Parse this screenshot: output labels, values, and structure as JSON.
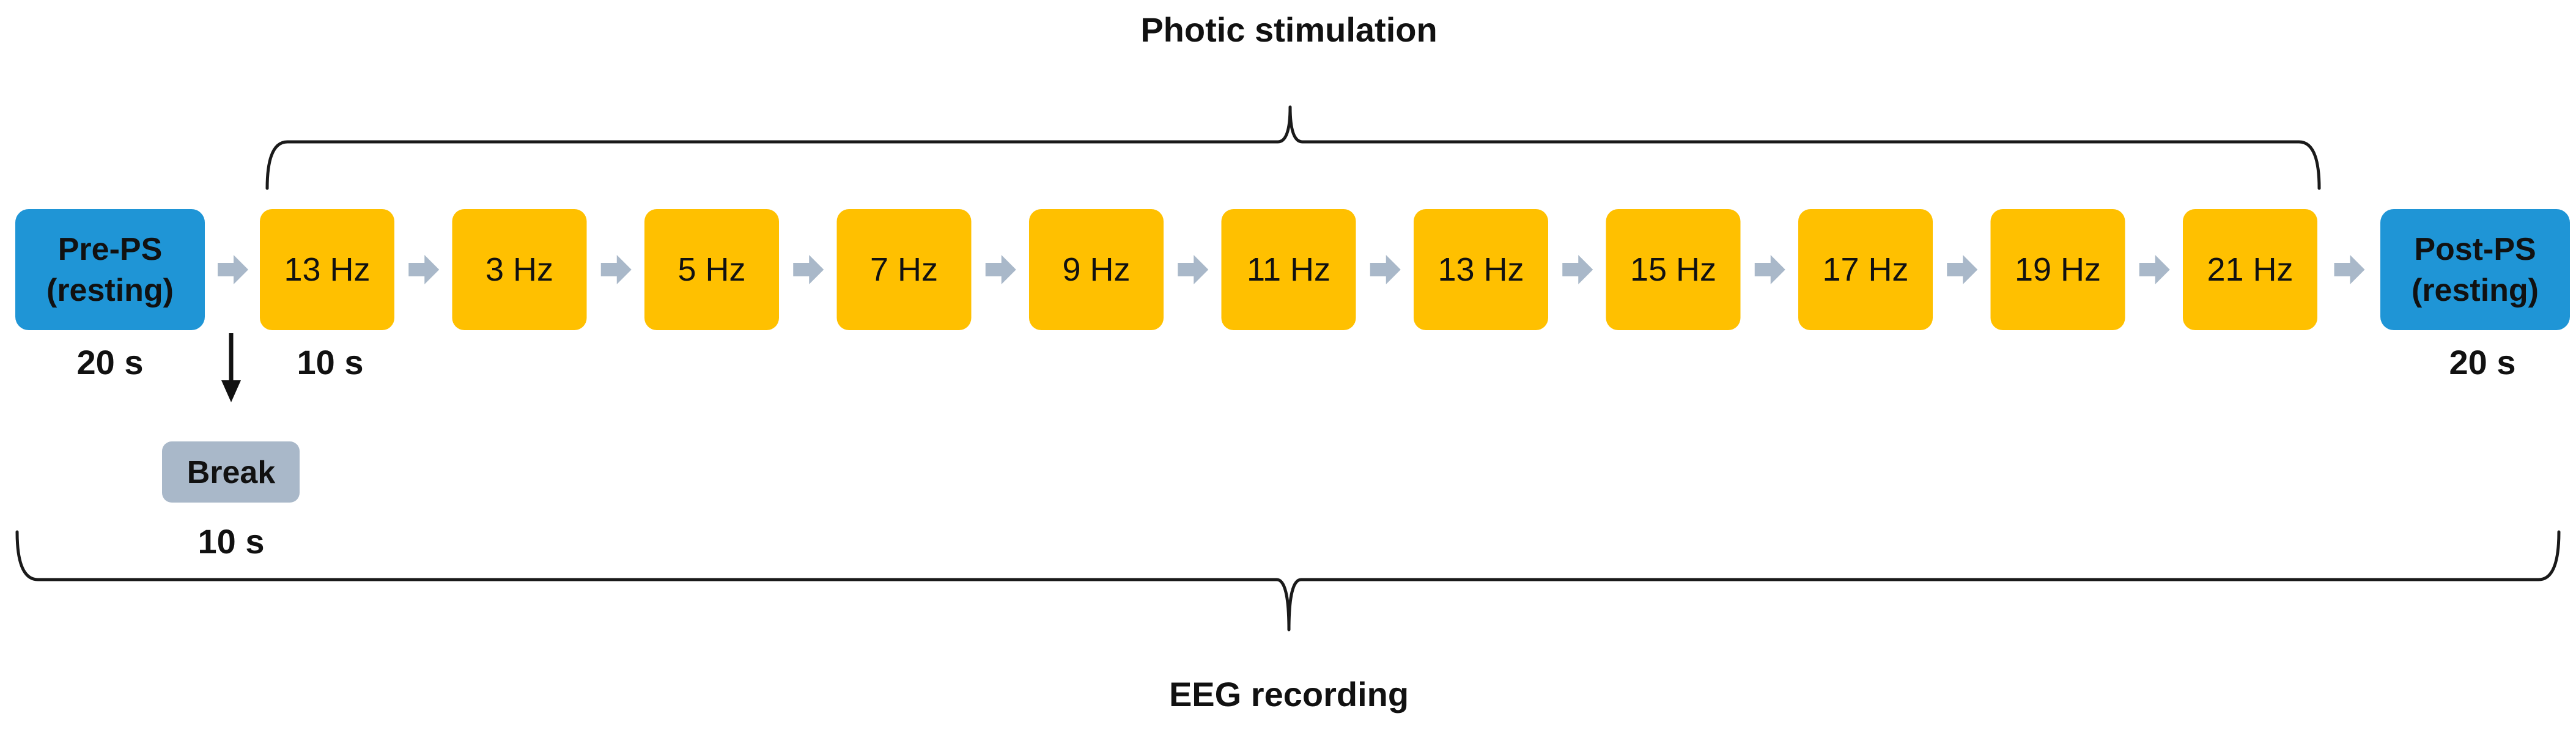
{
  "title_top": "Photic stimulation",
  "title_bottom": "EEG recording",
  "pre": {
    "line1": "Pre-PS",
    "line2": "(resting)",
    "duration": "20 s"
  },
  "post": {
    "line1": "Post-PS",
    "line2": "(resting)",
    "duration": "20 s"
  },
  "stimuli": [
    "13 Hz",
    "3 Hz",
    "5 Hz",
    "7 Hz",
    "9 Hz",
    "11 Hz",
    "13 Hz",
    "15 Hz",
    "17 Hz",
    "19 Hz",
    "21 Hz"
  ],
  "stim_duration": "10 s",
  "break": {
    "label": "Break",
    "duration": "10 s"
  },
  "colors": {
    "rest_box": "#1f95d6",
    "stim_box": "#ffc000",
    "break_box": "#a9b8c9",
    "arrow": "#a9b8c9",
    "text": "#111111"
  }
}
